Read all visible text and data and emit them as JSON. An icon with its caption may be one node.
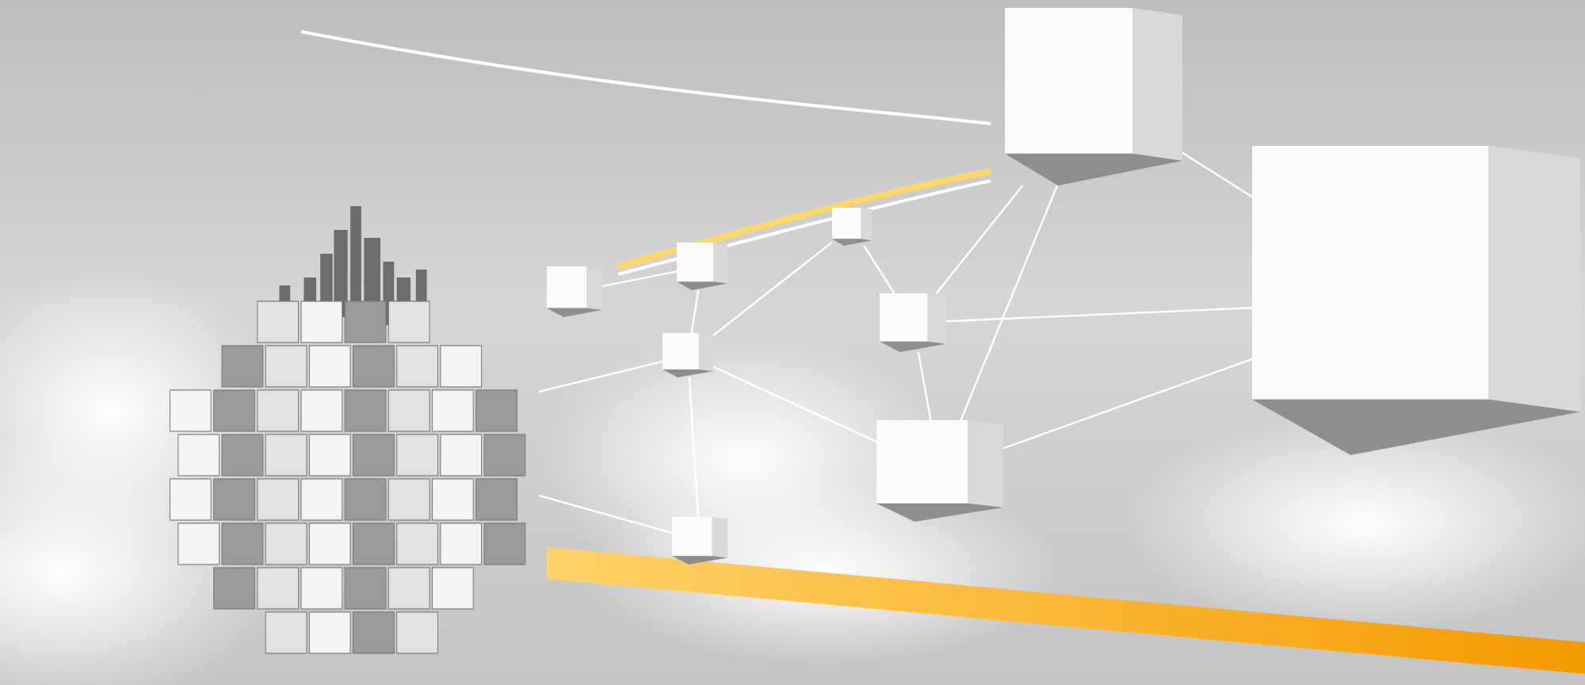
{
  "diagram": {
    "nodes": [
      {
        "text": [],
        "shape": "picture"
      },
      {
        "text": [],
        "shape": "box"
      },
      {
        "text": [],
        "shape": "box"
      },
      {
        "text": [],
        "shape": "box"
      },
      {
        "text": [],
        "shape": "box"
      },
      {
        "text": [],
        "shape": "box"
      },
      {
        "text": [],
        "shape": "box"
      },
      {
        "text": [],
        "shape": "box"
      },
      {
        "text": [],
        "shape": "box"
      },
      {
        "text": [],
        "shape": "box"
      }
    ],
    "edges": [
      {
        "from": 1,
        "to": 2,
        "arrow": "none"
      },
      {
        "from": 2,
        "to": 3,
        "arrow": "none"
      },
      {
        "from": 3,
        "to": 5,
        "arrow": "none"
      },
      {
        "from": 5,
        "to": 6,
        "arrow": "none"
      },
      {
        "from": 3,
        "to": 4,
        "arrow": "none"
      },
      {
        "from": 0,
        "to": 3,
        "arrow": "none"
      },
      {
        "from": 0,
        "to": 4,
        "arrow": "none"
      },
      {
        "from": 3,
        "to": 7,
        "arrow": "none"
      },
      {
        "from": 6,
        "to": 7,
        "arrow": "none"
      },
      {
        "from": 8,
        "to": 6,
        "arrow": "none"
      },
      {
        "from": 8,
        "to": 7,
        "arrow": "none"
      },
      {
        "from": 8,
        "to": 9,
        "arrow": "none"
      },
      {
        "from": 6,
        "to": 9,
        "arrow": "none"
      },
      {
        "from": 7,
        "to": 9,
        "arrow": "none"
      }
    ]
  }
}
